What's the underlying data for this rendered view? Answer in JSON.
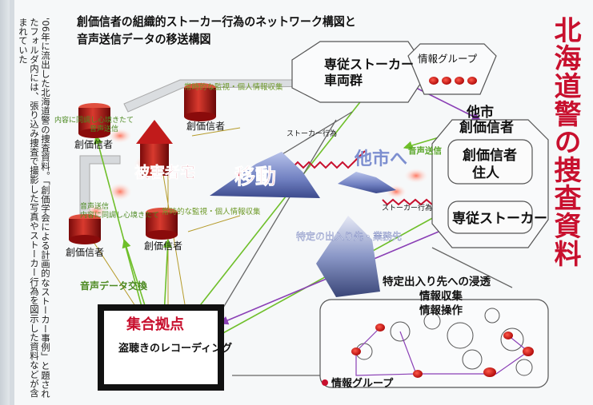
{
  "heading": {
    "line1": "創価信者の組織的ストーカー行為のネットワーク構図と",
    "line2": "音声送信データの移送構図"
  },
  "vertical_title": "北海道警の捜査資料",
  "side_caption": "'06年に流出した北海道警の捜査資料。「創価学会による計画的なストーカー事例」と題されたフォルダ内には、張り込み捜査で撮影した写真やストーカー行為を図示した資料などが含まれていた",
  "labels": {
    "victim_home": "被害者宅",
    "move": "移動",
    "to_other_city": "他市へ",
    "info_group_top": "情報グループ",
    "stalker_vehicles_1": "専従ストーカー",
    "stalker_vehicles_2": "車両群",
    "other_city_1": "他市",
    "other_city_2": "創価信者",
    "local_member_1": "創価信者",
    "local_member_2": "住人",
    "dedicated_stalker": "専従ストーカー",
    "stalker_act": "ストーカー行為",
    "audio_transmission": "音声送信",
    "surveillance": "常時的な監視・個人情報収集",
    "eavesdrop_line_1": "内容に同調し心境きたて",
    "eavesdrop_line_2": "音声送信",
    "member": "創価信者",
    "audio_data_exchange": "音声データ交換",
    "specific_destinations": "特定の出入り先・業務先",
    "infiltration": "特定出入り先への浸透",
    "info_collection": "情報収集",
    "info_manipulation": "情報操作",
    "gathering_base": "集合拠点",
    "recording": "盗聴きのレコーディング",
    "info_group_bottom": "情報グループ"
  },
  "colors": {
    "accent_red": "#c8102e",
    "arrow_green": "#6fbf2a",
    "arrow_purple": "#8a3fb5",
    "mountain_blue": "#7d8fd0"
  }
}
